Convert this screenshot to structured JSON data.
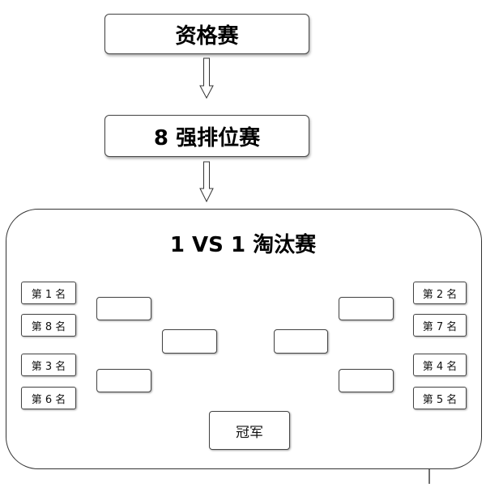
{
  "stages": {
    "qualifier": "资格赛",
    "top8": "8 强排位赛",
    "knockout": "1 VS 1 淘汰赛"
  },
  "bracket": {
    "left_seeds": [
      "第 1 名",
      "第 8 名",
      "第 3 名",
      "第 6 名"
    ],
    "right_seeds": [
      "第 2 名",
      "第 7 名",
      "第 4 名",
      "第 5 名"
    ],
    "champion": "冠军"
  }
}
